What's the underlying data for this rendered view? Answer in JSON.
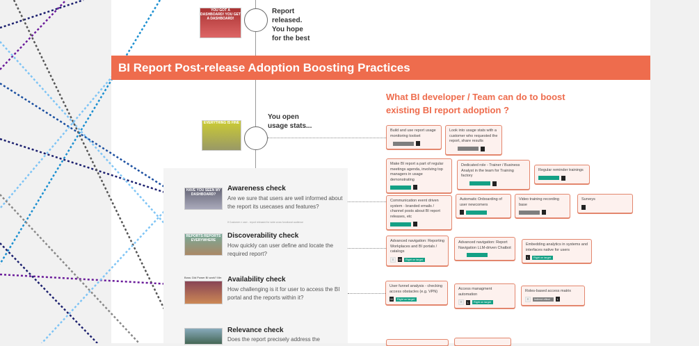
{
  "banner_title": "BI Report Post-release Adoption Boosting Practices",
  "headline": {
    "line1": "What BI developer / Team can do to boost",
    "line2": "existing BI report adoption ?"
  },
  "timeline": [
    {
      "meme": "YOU GOT A DASHBOARD! YOU GET A DASHBOARD!",
      "text": [
        "Report",
        "released.",
        "You hope",
        "for the best"
      ]
    },
    {
      "meme": "EVERYTHING IS FINE",
      "text": [
        "You open",
        "usage stats..."
      ]
    }
  ],
  "checks": [
    {
      "title": "Awareness check",
      "desc": "Are we sure that users are well informed about the report its usecases and features?",
      "note": "If Customer ≠ user - report released for wide cross functional audience",
      "meme": "HAVE YOU SEEN MY DASHBOARD?"
    },
    {
      "title": "Discoverability check",
      "desc": "How quickly can user define and locate the required report?",
      "meme": "REPORTS REPORTS EVERYWHERE"
    },
    {
      "title": "Availability check",
      "desc": "How challenging is it for user to access the BI portal and the reports within it?",
      "meme_caption": "Boss: Did Power BI work? Me:"
    },
    {
      "title": "Relevance check",
      "desc": "Does the report precisely address the"
    }
  ],
  "cards": {
    "usage": [
      "Build and use report usage monitoring  toolset",
      "Look into usage stats with a customer who requested the report, share results"
    ],
    "awareness": [
      "Make BI report a part of regular meetings agenda, involving top managers in usage demonstrating",
      "Dedicated role - Trainer / Business Analyst in the team for Training factory",
      "Regular reminder trainings",
      "Communication event driven system - branded emails / channel posts about BI report releases, etc",
      "Automatic Onboarding of user newcomers",
      "Video training recording base",
      "Surveys"
    ],
    "discover": [
      "Advanced navigation: Reporting Workplaces and BI portals / catalogs",
      "Advanced navigation: Report Navigation LLM-driven Chatbot",
      "Embedding analytics in systems and interfaces native for users"
    ],
    "avail": [
      "User funnel analysis - checking access obstacles (e.g. VPN)",
      "Access managment automation",
      "Roles-based access matrix"
    ]
  },
  "tags": {
    "right": "Right on target",
    "indirect": "Indirect effect",
    "M": "M",
    "L": "L"
  },
  "colors": {
    "accent": "#ee6c4d",
    "green": "#14a085",
    "gray": "#7e7e7e"
  }
}
